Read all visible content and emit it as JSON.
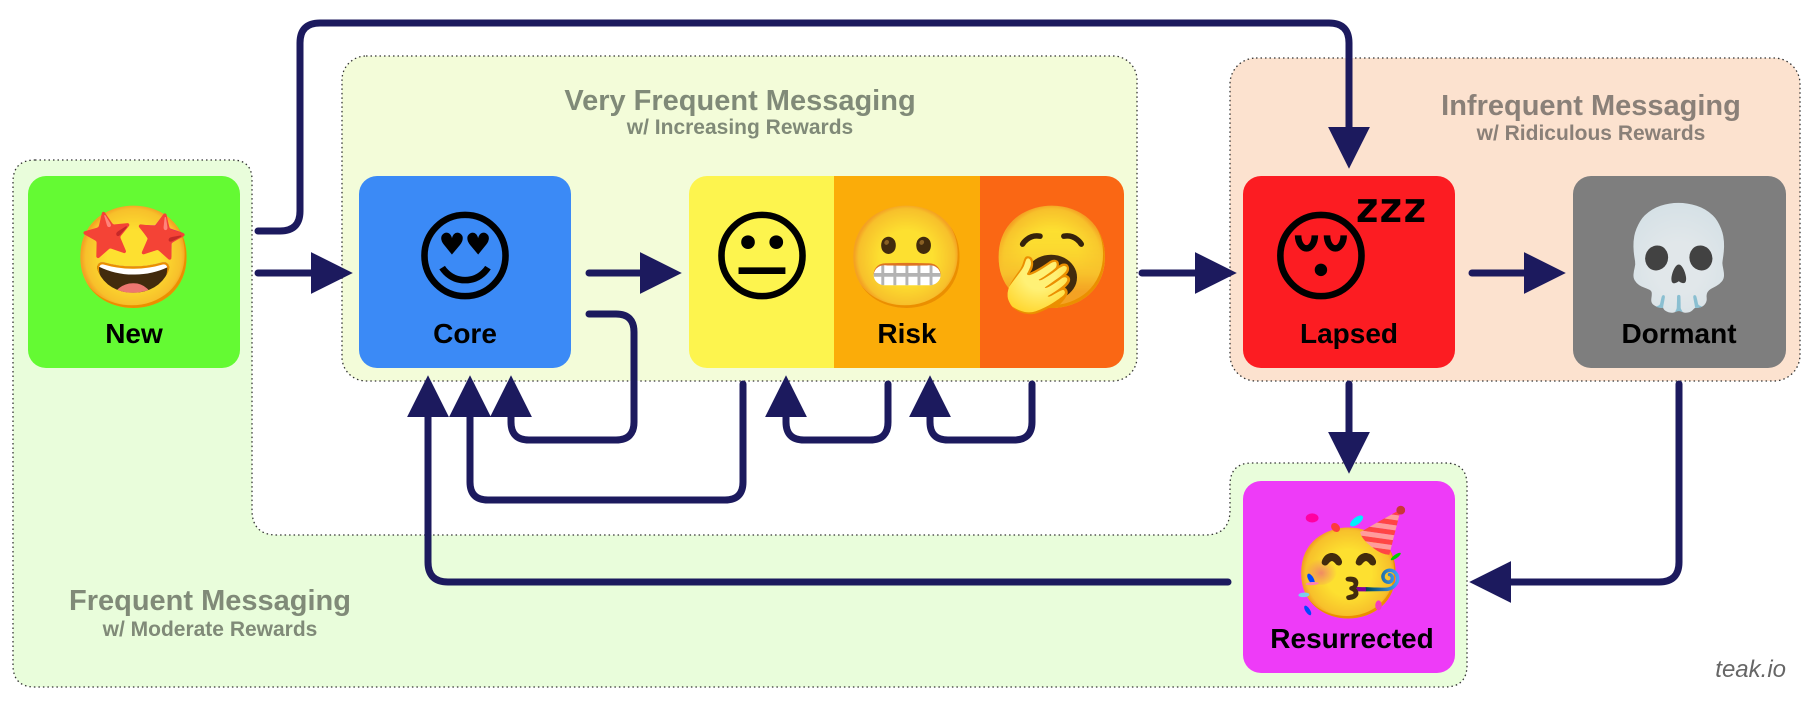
{
  "diagram": {
    "regions": {
      "frequent": {
        "title": "Frequent Messaging",
        "subtitle": "w/ Moderate Rewards",
        "fill": "#e9fddb",
        "title_color": "#808a78"
      },
      "very_frequent": {
        "title": "Very Frequent Messaging",
        "subtitle": "w/ Increasing Rewards",
        "fill": "#f3fcd9",
        "title_color": "#808a78"
      },
      "infrequent": {
        "title": "Infrequent Messaging",
        "subtitle": "w/ Ridiculous Rewards",
        "fill": "#fce2cf",
        "title_color": "#8a8078"
      }
    },
    "nodes": {
      "new": {
        "label": "New",
        "emoji": "🤩",
        "color": "#64fa33"
      },
      "core": {
        "label": "Core",
        "emoji": "😍",
        "color": "#3b8af6"
      },
      "risk": {
        "label": "Risk",
        "stages": [
          {
            "emoji": "😐",
            "color": "#fdf44e"
          },
          {
            "emoji": "😬",
            "color": "#fbac09"
          },
          {
            "emoji": "🥱",
            "color": "#fa6714"
          }
        ]
      },
      "lapsed": {
        "label": "Lapsed",
        "emoji": "😴",
        "color": "#fc1c22"
      },
      "dormant": {
        "label": "Dormant",
        "emoji": "💀",
        "color": "#7e7e7e"
      },
      "resurrected": {
        "label": "Resurrected",
        "emoji": "🥳",
        "color": "#ee3bf8"
      }
    },
    "arrow_color": "#1c1a5e",
    "watermark": "teak.io"
  }
}
